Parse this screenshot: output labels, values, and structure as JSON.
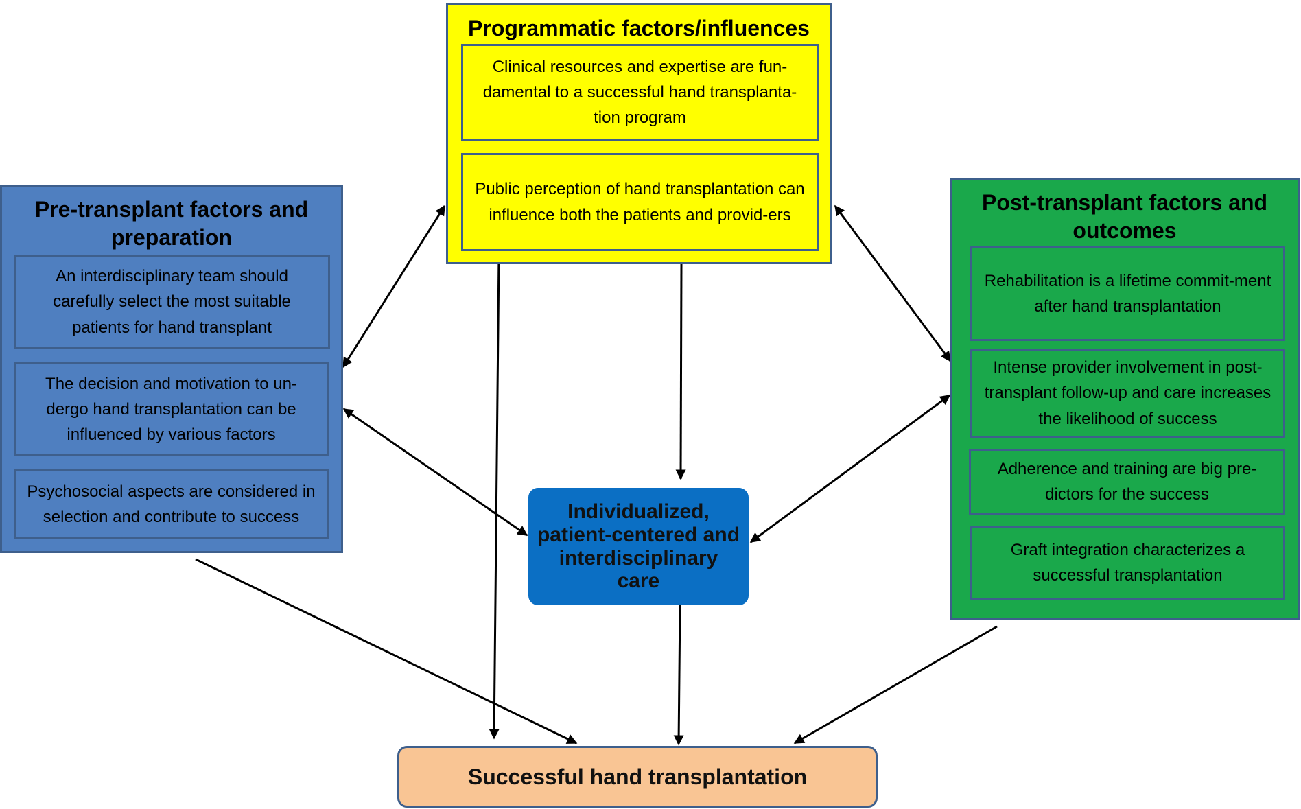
{
  "programmatic": {
    "title": "Programmatic factors/influences",
    "items": [
      "Clinical resources and expertise are fun-damental to a successful hand transplanta-tion program",
      "Public perception of hand transplantation can influence both the patients and provid-ers"
    ],
    "fill": "#ffff00"
  },
  "pre_transplant": {
    "title": "Pre-transplant factors and preparation",
    "items": [
      "An interdisciplinary team should carefully select the most suitable patients for hand transplant",
      "The decision and motivation to un-dergo hand transplantation can be influenced by various factors",
      "Psychosocial aspects are considered in selection and contribute to success"
    ],
    "fill": "#4f7fc0"
  },
  "post_transplant": {
    "title": "Post-transplant factors and outcomes",
    "items": [
      "Rehabilitation is a lifetime commit-ment after hand transplantation",
      "Intense provider involvement in post-transplant follow-up and care increases the likelihood of success",
      "Adherence and training are big pre-dictors for the success",
      "Graft integration characterizes a successful transplantation"
    ],
    "fill": "#1aa84b"
  },
  "center": {
    "label": "Individualized, patient-centered and interdisciplinary care",
    "fill": "#0b6fc4"
  },
  "outcome": {
    "label": "Successful hand transplantation",
    "fill": "#f9c594"
  },
  "edges": [
    {
      "from": "programmatic",
      "to": "pre_transplant",
      "direction": "both"
    },
    {
      "from": "programmatic",
      "to": "post_transplant",
      "direction": "both"
    },
    {
      "from": "programmatic",
      "to": "center",
      "direction": "forward"
    },
    {
      "from": "programmatic",
      "to": "outcome",
      "direction": "forward"
    },
    {
      "from": "pre_transplant",
      "to": "center",
      "direction": "both"
    },
    {
      "from": "post_transplant",
      "to": "center",
      "direction": "both"
    },
    {
      "from": "pre_transplant",
      "to": "outcome",
      "direction": "forward"
    },
    {
      "from": "center",
      "to": "outcome",
      "direction": "forward"
    },
    {
      "from": "post_transplant",
      "to": "outcome",
      "direction": "forward"
    }
  ]
}
